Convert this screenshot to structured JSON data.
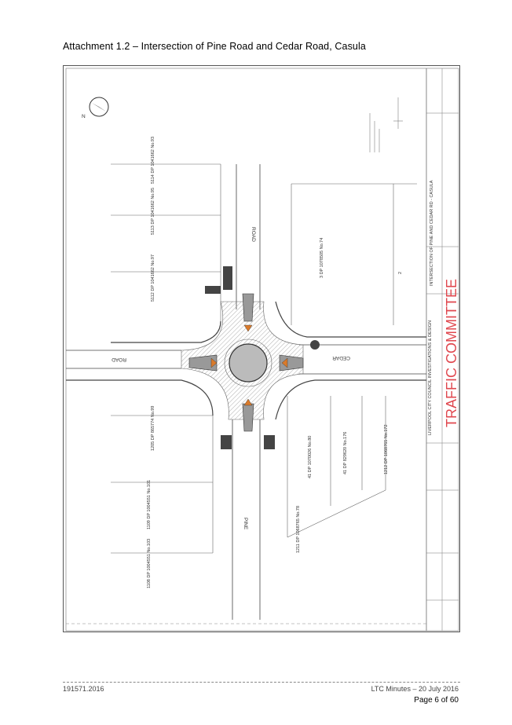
{
  "header": {
    "title": "Attachment 1.2 – Intersection of Pine Road and Cedar Road, Casula"
  },
  "plan": {
    "stamp": "TRAFFIC COMMITTEE",
    "title_block": "INTERSECTION OF PINE AND CEDAR RD - CASULA",
    "council": "LIVERPOOL CITY COUNCIL INVESTIGATIONS & DESIGN",
    "roads": {
      "pine": "PINE",
      "pine_road": "ROAD",
      "cedar": "CEDAR",
      "cedar_road": "ROAD"
    },
    "north": "N",
    "lots": [
      {
        "lot": "5114",
        "dp": "DP 1041662",
        "no": "No.93"
      },
      {
        "lot": "5113",
        "dp": "DP 1041662",
        "no": "No.95"
      },
      {
        "lot": "5112",
        "dp": "DP 1041662",
        "no": "No.97"
      },
      {
        "lot": "3",
        "dp": "DP 1078505",
        "no": "No.74"
      },
      {
        "lot": "2",
        "dp": "",
        "no": ""
      },
      {
        "lot": "1205",
        "dp": "DP 865774",
        "no": "No.99"
      },
      {
        "lot": "1109",
        "dp": "DP 1004551",
        "no": "No.101"
      },
      {
        "lot": "1108",
        "dp": "DP 1004551",
        "no": "No.103"
      },
      {
        "lot": "1211",
        "dp": "DP 1068765",
        "no": "No.78"
      },
      {
        "lot": "41",
        "dp": "DP 1070026",
        "no": "No.80"
      },
      {
        "lot": "41",
        "dp": "DP 829620",
        "no": "No.176"
      },
      {
        "lot": "1212",
        "dp": "DP 1068765",
        "no": "No.172"
      }
    ]
  },
  "footer": {
    "left": "191571.2016",
    "right": "LTC Minutes – 20 July 2016",
    "page": "Page 6 of 60"
  }
}
